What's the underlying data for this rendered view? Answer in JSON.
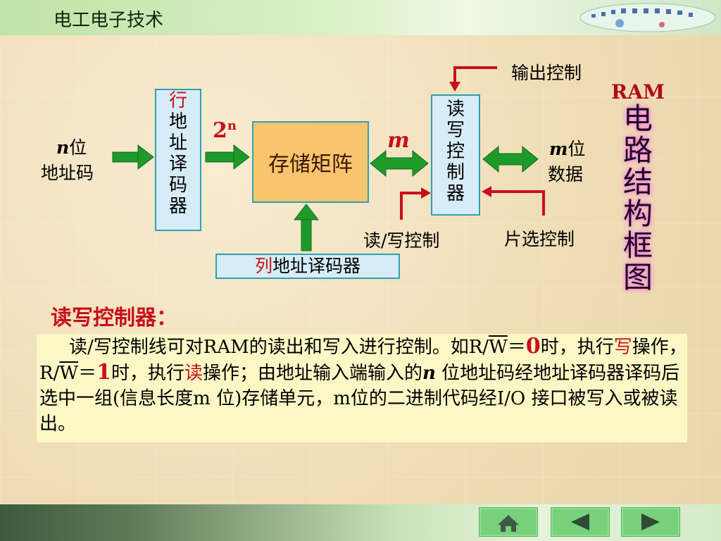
{
  "header": {
    "title": "电工电子技术"
  },
  "diagram": {
    "row_decoder": {
      "first_char": "行",
      "rest_chars": [
        "地",
        "址",
        "译",
        "码",
        "器"
      ]
    },
    "address_in": {
      "italic": "n",
      "line1_rest": "位",
      "line2": "地址码"
    },
    "two_n": {
      "base": "2",
      "exp": "n"
    },
    "storage_matrix": "存储矩阵",
    "m_label": "m",
    "rw_controller": [
      "读",
      "写",
      "控",
      "制",
      "器"
    ],
    "output_control": "输出控制",
    "data_label": {
      "italic": "m",
      "line1_rest": "位",
      "line2": "数据"
    },
    "rw_control_label": "读/写控制",
    "chip_select_label": "片选控制",
    "col_decoder": {
      "first_char": "列",
      "rest": "地址译码器"
    },
    "ram_title": "RAM",
    "ram_vertical": [
      "电",
      "路",
      "结",
      "构",
      "框",
      "图"
    ]
  },
  "section": {
    "title": "读写控制器：",
    "p": {
      "a": "读/写控制线可对RAM的读出和写入进行控制。如R/",
      "w1": "W",
      "eq1": "＝",
      "zero": "0",
      "b": "时，执行",
      "write": "写",
      "c": "操作，R/",
      "w2": "W",
      "eq2": "＝",
      "one": "1",
      "d": "时，执行",
      "read": "读",
      "e": "操作；由地址输入端输入的",
      "n": "n",
      "f": " 位地址码经地址译码器译码后选中一组(信息长度m 位)存储单元，m位的二进制代码经I/O 接口被写入或被读出。"
    }
  },
  "nav": {
    "home": "home-icon",
    "prev": "triangle-left-icon",
    "next": "triangle-right-icon"
  },
  "colors": {
    "accent_red": "#c8101a",
    "box_border": "#2f9fb3",
    "box_fill": "#d6ecf6",
    "matrix_fill": "#f8c46e",
    "arrow_green": "#1e9a2a"
  }
}
